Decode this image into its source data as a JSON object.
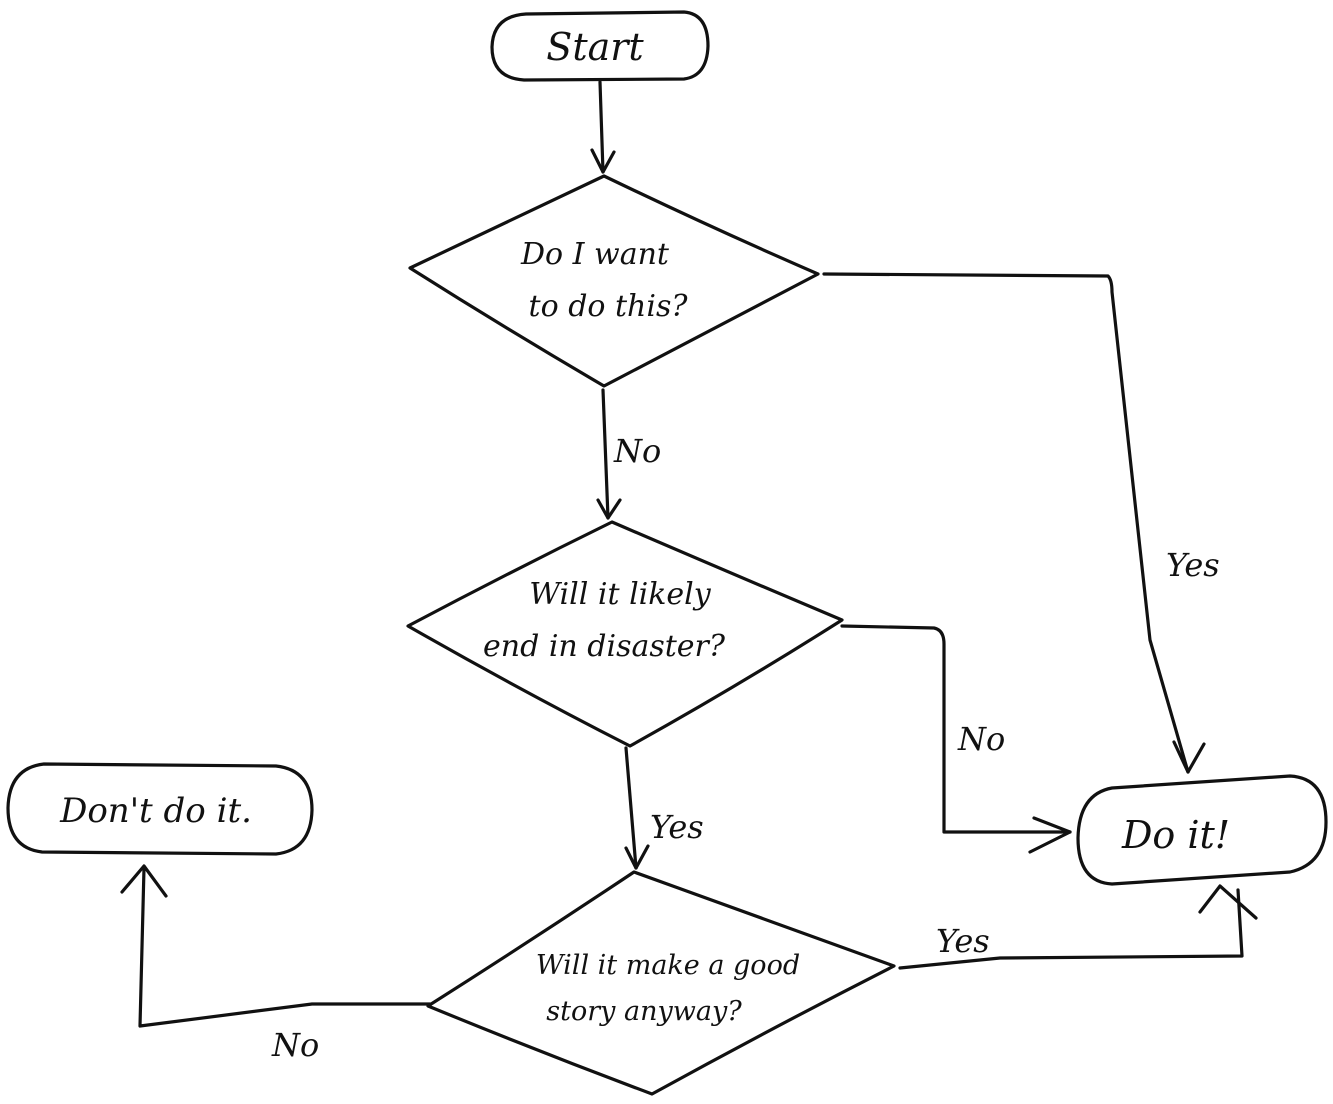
{
  "diagram": {
    "nodes": {
      "start": {
        "label": "Start"
      },
      "want": {
        "line1": "Do I want",
        "line2": "to do this?"
      },
      "disaster": {
        "line1": "Will it likely",
        "line2": "end in disaster?"
      },
      "story": {
        "line1": "Will it make a good",
        "line2": "story anyway?"
      },
      "dont": {
        "label": "Don't do it."
      },
      "doit": {
        "label": "Do it!"
      }
    },
    "edges": {
      "want_no": "No",
      "want_yes": "Yes",
      "disaster_no": "No",
      "disaster_yes": "Yes",
      "story_yes": "Yes",
      "story_no": "No"
    }
  }
}
